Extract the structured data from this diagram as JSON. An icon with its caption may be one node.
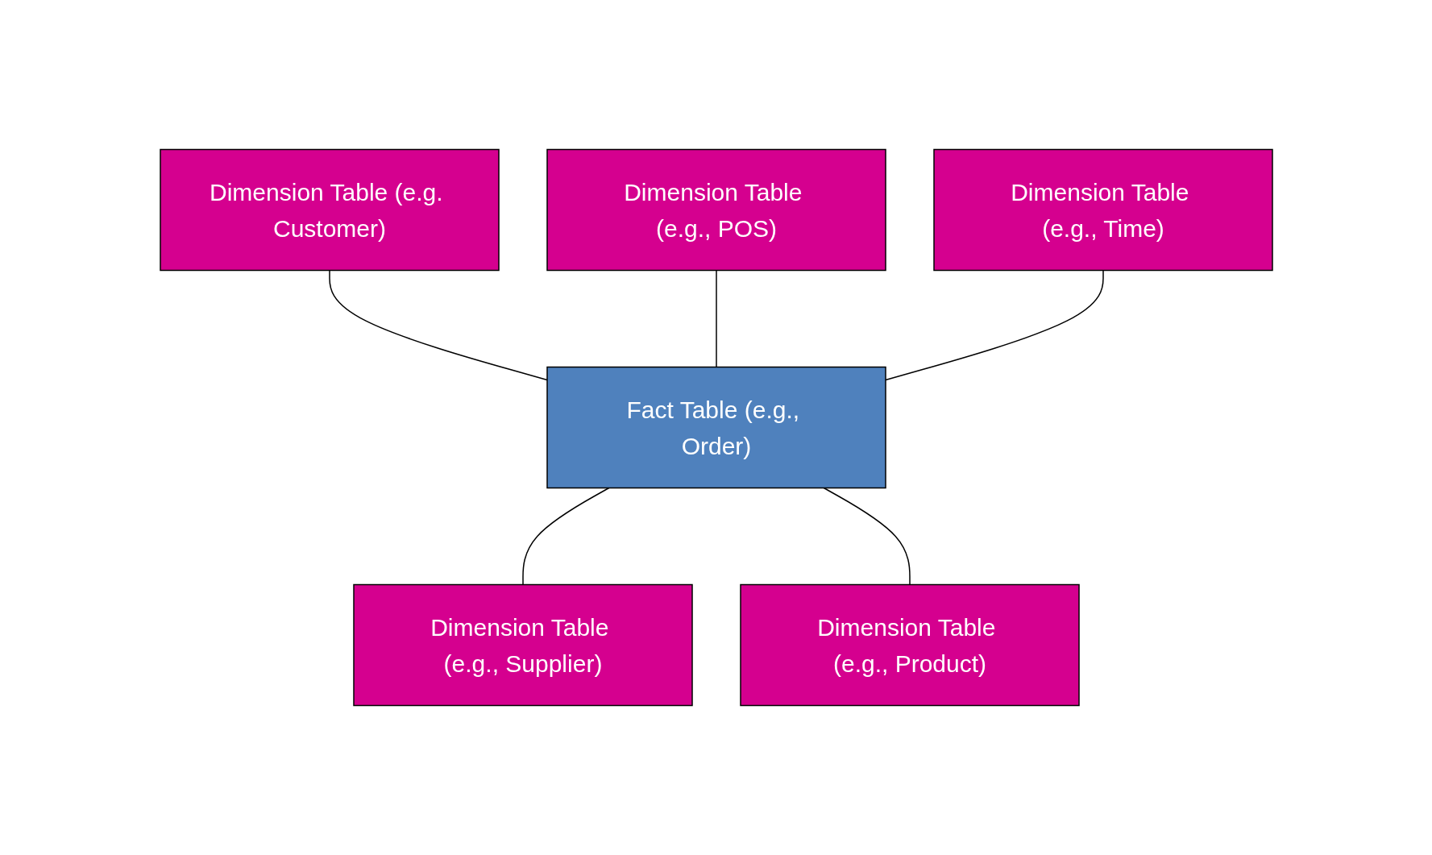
{
  "diagram": {
    "nodes": [
      {
        "text": [
          "Dimension Table (e.g., POS)"
        ]
      },
      {
        "text": [
          "Dimension Table (e.g. Customer)"
        ]
      },
      {
        "text": [
          "Dimension Table (e.g., Time)"
        ]
      },
      {
        "text": [
          "Fact Table (e.g., Order)"
        ]
      },
      {
        "text": [
          "Dimension Table (e.g., Supplier)"
        ]
      },
      {
        "text": [
          "Dimension Table (e.g., Product)"
        ]
      }
    ],
    "edges": [
      {
        "from": 1,
        "to": 3,
        "arrow": "none"
      },
      {
        "from": 0,
        "to": 3,
        "arrow": "none"
      },
      {
        "from": 2,
        "to": 3,
        "arrow": "none"
      },
      {
        "from": 3,
        "to": 4,
        "arrow": "none"
      },
      {
        "from": 3,
        "to": 5,
        "arrow": "none"
      }
    ]
  }
}
